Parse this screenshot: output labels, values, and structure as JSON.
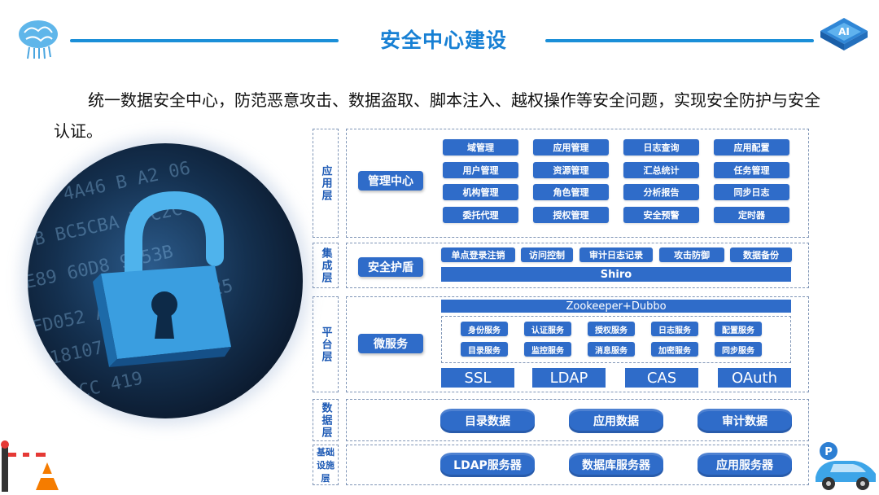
{
  "header": {
    "title": "安全中心建设",
    "brain_icon": "brain-icon",
    "ai_icon_text": "AI"
  },
  "intro": {
    "text": "统一数据安全中心，防范恶意攻击、数据盗取、脚本注入、越权操作等安全问题，实现安全防护与安全认证。"
  },
  "diagram": {
    "layers": {
      "app": {
        "label": "应用层",
        "category": "管理中心",
        "items": [
          "域管理",
          "应用管理",
          "日志查询",
          "应用配置",
          "用户管理",
          "资源管理",
          "汇总统计",
          "任务管理",
          "机构管理",
          "角色管理",
          "分析报告",
          "同步日志",
          "委托代理",
          "授权管理",
          "安全预警",
          "定时器"
        ]
      },
      "integ": {
        "label": "集成层",
        "category": "安全护盾",
        "items": [
          "单点登录注销",
          "访问控制",
          "审计日志记录",
          "攻击防御",
          "数据备份"
        ],
        "bar": "Shiro"
      },
      "plat": {
        "label": "平台层",
        "category": "微服务",
        "bar": "Zookeeper+Dubbo",
        "services": [
          "身份服务",
          "认证服务",
          "授权服务",
          "日志服务",
          "配置服务",
          "目录服务",
          "监控服务",
          "消息服务",
          "加密服务",
          "同步服务"
        ],
        "protocols": [
          "SSL",
          "LDAP",
          "CAS",
          "OAuth"
        ]
      },
      "data": {
        "label": "数据层",
        "items": [
          "目录数据",
          "应用数据",
          "审计数据"
        ]
      },
      "infra": {
        "label": "基础设施层",
        "items": [
          "LDAP服务器",
          "数据库服务器",
          "应用服务器"
        ]
      }
    }
  },
  "decor": {
    "parking_sign": "P"
  }
}
